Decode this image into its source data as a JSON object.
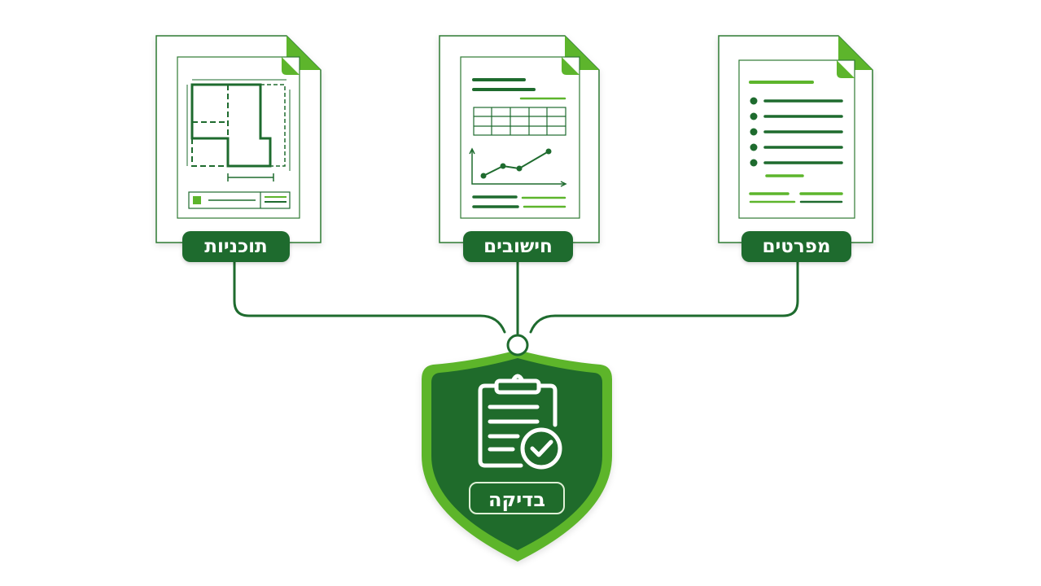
{
  "documents": {
    "plans": {
      "label": "תוכניות",
      "icon": "floor-plan-icon"
    },
    "calculations": {
      "label": "חישובים",
      "icon": "chart-spreadsheet-icon"
    },
    "specifications": {
      "label": "מפרטים",
      "icon": "bullet-list-icon"
    }
  },
  "review": {
    "label": "בדיקה",
    "icon": "clipboard-check-icon"
  },
  "colors": {
    "dark_green": "#1e6b2e",
    "bright_green": "#5db52c",
    "shield_fill": "#1f6b2b",
    "line_green": "#1e6b2e"
  }
}
